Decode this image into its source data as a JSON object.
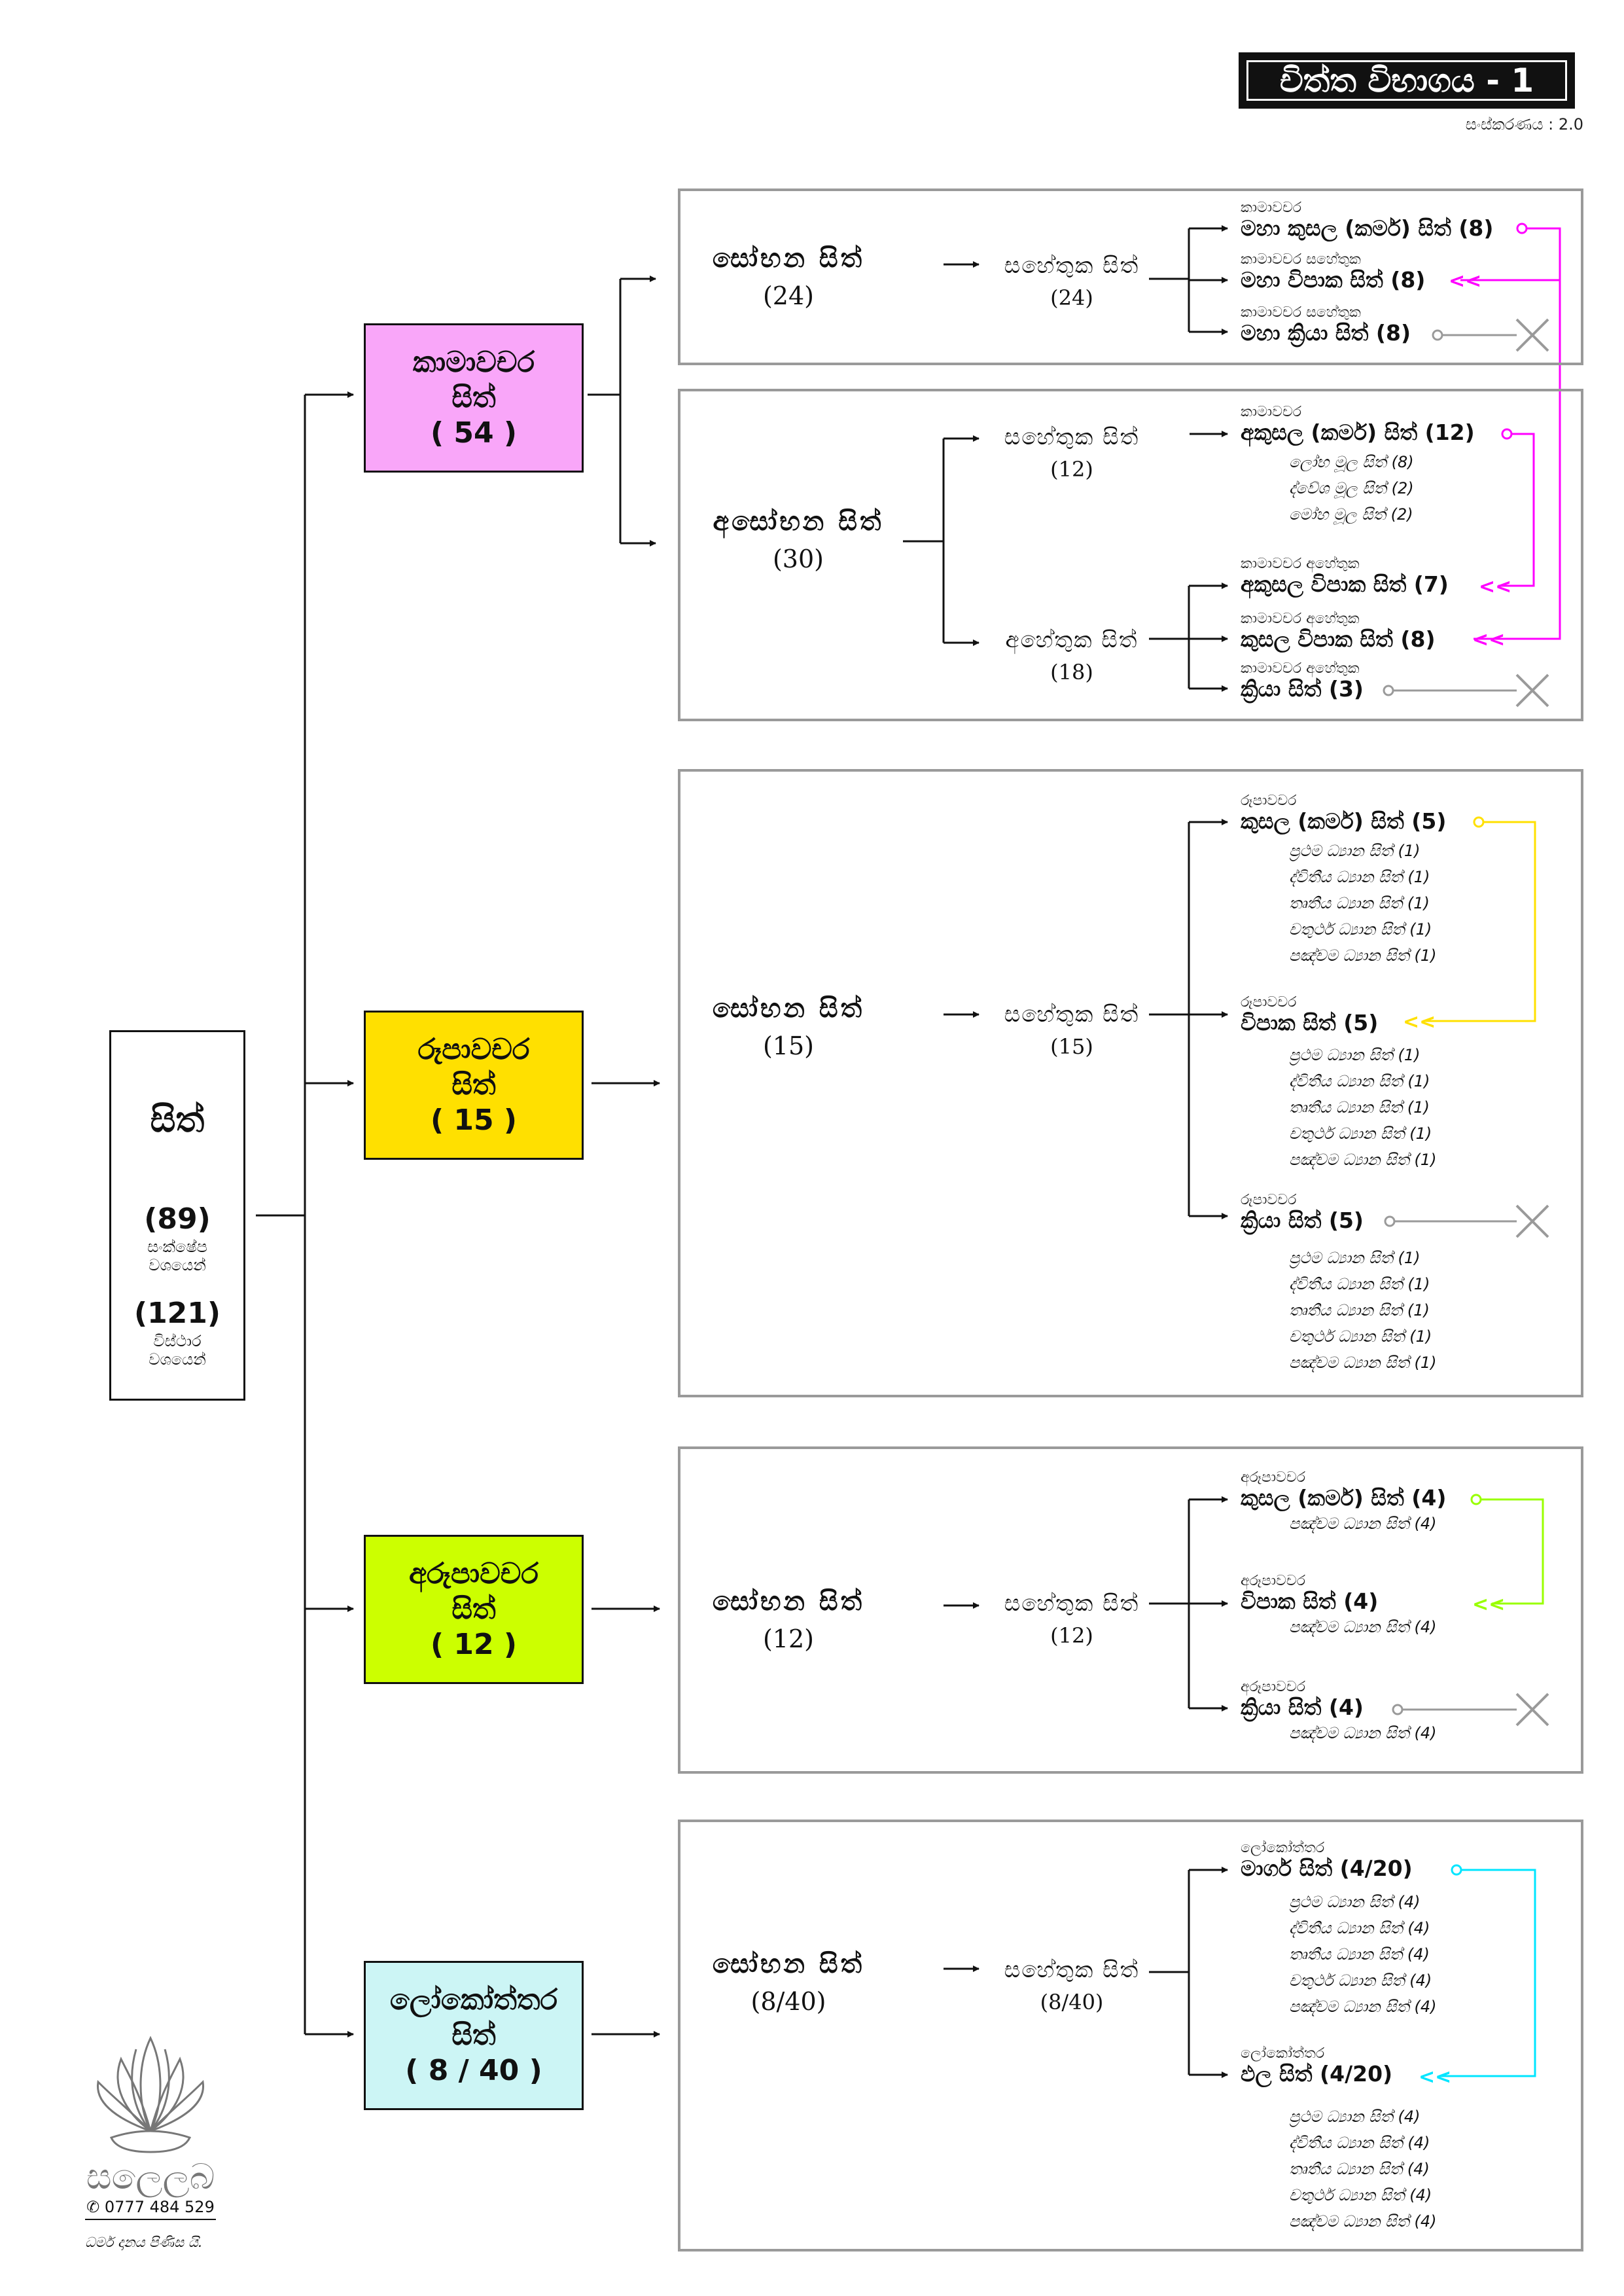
{
  "header": {
    "title": "චිත්ත විභාගය - 1",
    "version": "සංස්කරණය : 2.0"
  },
  "root": {
    "title": "සිත්",
    "count_short": "(89)",
    "short_label": "සංක්ෂේප වශයෙන්",
    "count_long": "(121)",
    "long_label": "විස්ථාර වශයෙන්"
  },
  "colors": {
    "kama": "#F9A6F9",
    "rupa": "#FFE000",
    "arupa": "#CCFF00",
    "loko": "#CCF5F5",
    "magenta": "#FF00FF",
    "yellow": "#FFE000",
    "lime": "#99FF00",
    "cyan": "#00E5FF",
    "grey": "#9a9a9a"
  },
  "categories": {
    "kama": {
      "name1": "කාමාවචර",
      "name2": "සිත්",
      "count": "( 54 )"
    },
    "rupa": {
      "name1": "රූපාවචර",
      "name2": "සිත්",
      "count": "( 15 )"
    },
    "arupa": {
      "name1": "අරූපාවචර",
      "name2": "සිත්",
      "count": "( 12 )"
    },
    "loko": {
      "name1": "ලෝකෝත්තර",
      "name2": "සිත්",
      "count": "( 8 / 40 )"
    }
  },
  "kama_sobhana": {
    "group": "සෝභන සිත්",
    "group_count": "(24)",
    "sub": "සහේතුක සිත්",
    "sub_count": "(24)",
    "leaves": [
      {
        "head": "කාමාවචර",
        "label": "මහා කුසල (කර්ම) සිත් (8)"
      },
      {
        "head": "කාමාවචර සහේතුක",
        "label": "මහා විපාක සිත් (8)"
      },
      {
        "head": "කාමාවචර සහේතුක",
        "label": "මහා ක්‍රියා සිත් (8)"
      }
    ]
  },
  "kama_asobhana": {
    "group": "අසෝභන සිත්",
    "group_count": "(30)",
    "sub1": "සහේතුක සිත්",
    "sub1_count": "(12)",
    "sub2": "අහේතුක සිත්",
    "sub2_count": "(18)",
    "akusala": {
      "head": "කාමාවචර",
      "label": "අකුසල (කර්ම) සිත් (12)",
      "subs": [
        "ලෝභ මූල සිත් (8)",
        "ද්වේශ මූල සිත් (2)",
        "මෝහ මූල සිත් (2)"
      ]
    },
    "ahetuka": [
      {
        "head": "කාමාවචර අහේතුක",
        "label": "අකුසල විපාක සිත් (7)"
      },
      {
        "head": "කාමාවචර අහේතුක",
        "label": "කුසල විපාක සිත් (8)"
      },
      {
        "head": "කාමාවචර අහේතුක",
        "label": "ක්‍රියා සිත් (3)"
      }
    ]
  },
  "rupa": {
    "group": "සෝභන සිත්",
    "group_count": "(15)",
    "sub": "සහේතුක සිත්",
    "sub_count": "(15)",
    "leaves": [
      {
        "head": "රූපාවචර",
        "label": "කුසල (කර්ම) සිත් (5)"
      },
      {
        "head": "රූපාවචර",
        "label": "විපාක සිත් (5)"
      },
      {
        "head": "රූපාවචර",
        "label": "ක්‍රියා සිත් (5)"
      }
    ],
    "jhana": [
      "ප්‍රථම ධ්‍යාන සිත් (1)",
      "ද්විතීය ධ්‍යාන සිත් (1)",
      "තෘතීය ධ්‍යාන සිත් (1)",
      "චතුර්ථ ධ්‍යාන සිත් (1)",
      "පඤ්චම ධ්‍යාන සිත් (1)"
    ]
  },
  "arupa": {
    "group": "සෝභන සිත්",
    "group_count": "(12)",
    "sub": "සහේතුක සිත්",
    "sub_count": "(12)",
    "leaves": [
      {
        "head": "අරූපාවචර",
        "label": "කුසල (කර්ම) සිත් (4)",
        "sub": "පඤ්චම ධ්‍යාන සිත් (4)"
      },
      {
        "head": "අරූපාවචර",
        "label": "විපාක සිත් (4)",
        "sub": "පඤ්චම ධ්‍යාන සිත් (4)"
      },
      {
        "head": "අරූපාවචර",
        "label": "ක්‍රියා සිත් (4)",
        "sub": "පඤ්චම ධ්‍යාන සිත් (4)"
      }
    ]
  },
  "loko": {
    "group": "සෝභන සිත්",
    "group_count": "(8/40)",
    "sub": "සහේතුක සිත්",
    "sub_count": "(8/40)",
    "leaves": [
      {
        "head": "ලෝකෝත්තර",
        "label": "මාර්ග සිත් (4/20)"
      },
      {
        "head": "ලෝකෝත්තර",
        "label": "ඵල සිත් (4/20)"
      }
    ],
    "jhana": [
      "ප්‍රථම ධ්‍යාන සිත් (4)",
      "ද්විතීය ධ්‍යාන සිත් (4)",
      "තෘතීය ධ්‍යාන සිත් (4)",
      "චතුර්ථ ධ්‍යාන සිත් (4)",
      "පඤ්චම ධ්‍යාන සිත් (4)"
    ]
  },
  "footer": {
    "logo_name": "සලෙලබ",
    "phone": "✆ 0777 484 529",
    "note": "ධර්ම දානය පිණිස යි."
  }
}
